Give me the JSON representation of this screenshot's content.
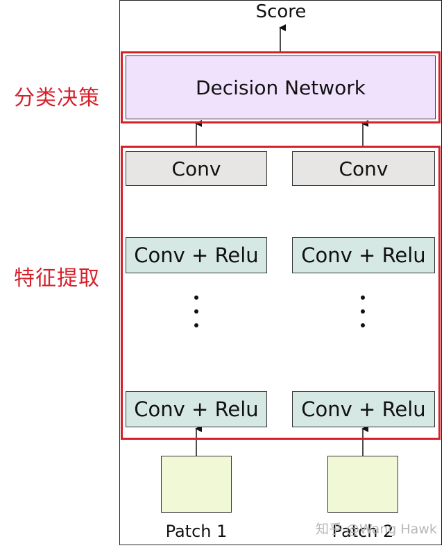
{
  "diagram": {
    "score_label": "Score",
    "decision_label": "Decision Network",
    "classification_label": "分类决策",
    "feature_label": "特征提取",
    "columns": [
      {
        "conv_label": "Conv",
        "conv_relu_top_label": "Conv + Relu",
        "conv_relu_bottom_label": "Conv + Relu",
        "patch_label": "Patch 1"
      },
      {
        "conv_label": "Conv",
        "conv_relu_top_label": "Conv + Relu",
        "conv_relu_bottom_label": "Conv + Relu",
        "patch_label": "Patch 2"
      }
    ],
    "watermark": "知乎 @Wang Hawk",
    "colors": {
      "highlight_red": "#d6202a",
      "decision_fill": "#f0e2fc",
      "conv_fill": "#e8e6e4",
      "conv_relu_fill": "#d5e8e4",
      "patch_fill": "#f1f8d6"
    }
  }
}
